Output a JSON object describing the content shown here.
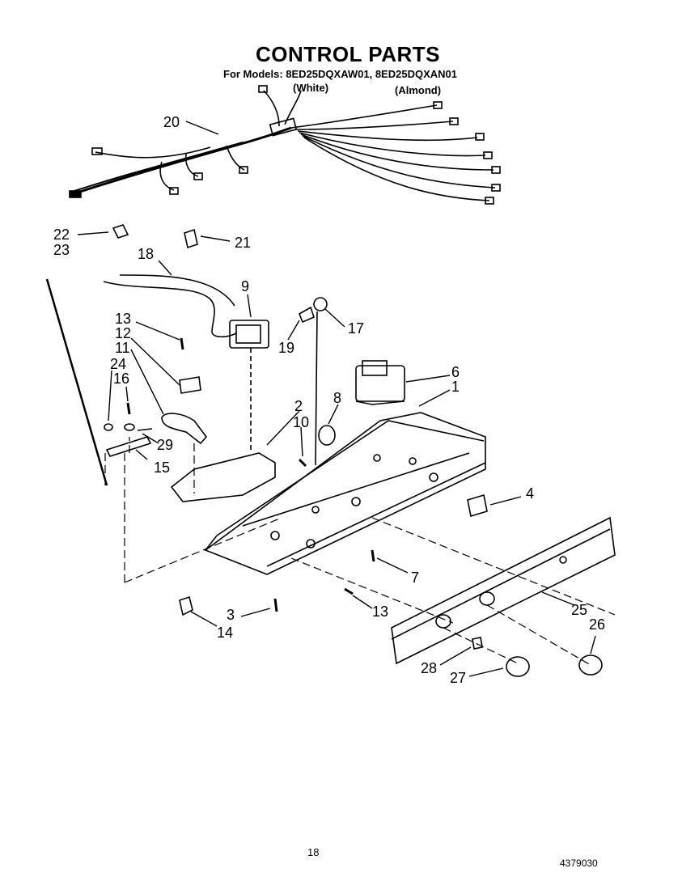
{
  "header": {
    "title": "CONTROL PARTS",
    "models_line": "For Models: 8ED25DQXAW01, 8ED25DQXAN01",
    "variant_white": "(White)",
    "variant_almond": "(Almond)"
  },
  "footer": {
    "page_number": "18",
    "document_number": "4379030"
  },
  "callouts": [
    "20",
    "22",
    "23",
    "21",
    "18",
    "9",
    "13",
    "12",
    "11",
    "24",
    "16",
    "17",
    "19",
    "6",
    "8",
    "1",
    "2",
    "10",
    "29",
    "15",
    "4",
    "7",
    "13",
    "3",
    "14",
    "25",
    "26",
    "28",
    "27"
  ]
}
